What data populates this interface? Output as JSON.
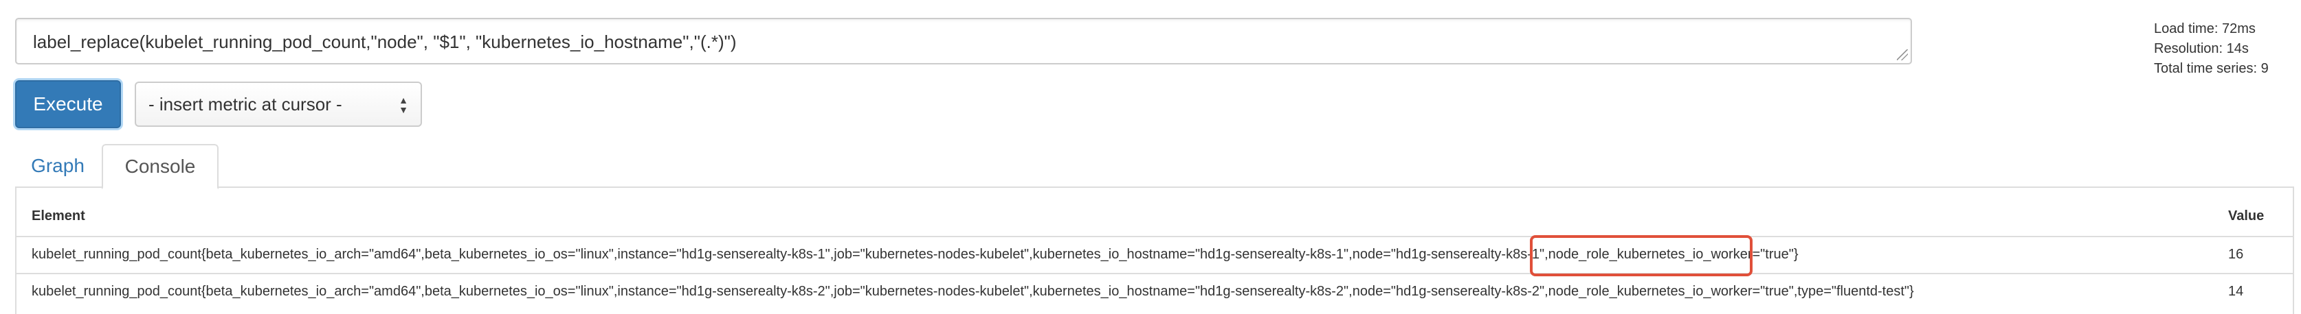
{
  "query": {
    "expression": "label_replace(kubelet_running_pod_count,\"node\", \"$1\", \"kubernetes_io_hostname\",\"(.*)\")"
  },
  "stats": {
    "load_time": "Load time: 72ms",
    "resolution": "Resolution: 14s",
    "total_series": "Total time series: 9"
  },
  "controls": {
    "execute_label": "Execute",
    "metric_select_value": "- insert metric at cursor -"
  },
  "tabs": [
    {
      "label": "Graph",
      "active": false
    },
    {
      "label": "Console",
      "active": true
    }
  ],
  "table": {
    "headers": {
      "element": "Element",
      "value": "Value"
    },
    "rows": [
      {
        "element": "kubelet_running_pod_count{beta_kubernetes_io_arch=\"amd64\",beta_kubernetes_io_os=\"linux\",instance=\"hd1g-senserealty-k8s-1\",job=\"kubernetes-nodes-kubelet\",kubernetes_io_hostname=\"hd1g-senserealty-k8s-1\",node=\"hd1g-senserealty-k8s-1\",node_role_kubernetes_io_worker=\"true\"}",
        "value": "16"
      },
      {
        "element": "kubelet_running_pod_count{beta_kubernetes_io_arch=\"amd64\",beta_kubernetes_io_os=\"linux\",instance=\"hd1g-senserealty-k8s-2\",job=\"kubernetes-nodes-kubelet\",kubernetes_io_hostname=\"hd1g-senserealty-k8s-2\",node=\"hd1g-senserealty-k8s-2\",node_role_kubernetes_io_worker=\"true\",type=\"fluentd-test\"}",
        "value": "14"
      }
    ]
  },
  "colors": {
    "accent": "#337ab7",
    "highlight_box": "#e0503a"
  }
}
